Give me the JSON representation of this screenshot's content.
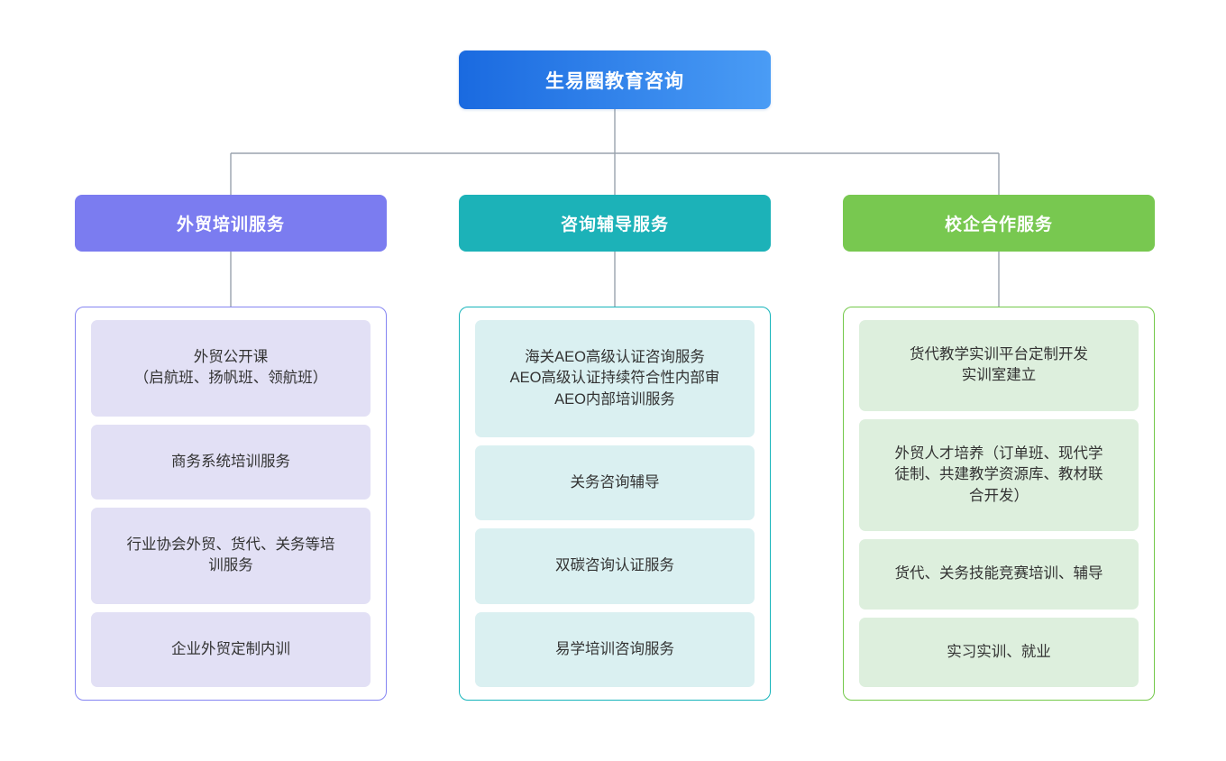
{
  "root": {
    "label": "生易圈教育咨询",
    "gradient_from": "#1a6ae0",
    "gradient_to": "#4a9cf5",
    "text_color": "#ffffff"
  },
  "connector_color": "#9aa3ad",
  "columns": [
    {
      "id": "waimao-peixun",
      "header": "外贸培训服务",
      "header_color": "#7b7cf0",
      "border_color": "#8585f2",
      "item_fill": "#e2e0f5",
      "items": [
        {
          "lines": [
            "外贸公开课",
            "（启航班、扬帆班、领航班）"
          ]
        },
        {
          "lines": [
            "商务系统培训服务"
          ]
        },
        {
          "lines": [
            "行业协会外贸、货代、关务等培",
            "训服务"
          ]
        },
        {
          "lines": [
            "企业外贸定制内训"
          ]
        }
      ]
    },
    {
      "id": "zixun-fudao",
      "header": "咨询辅导服务",
      "header_color": "#1cb2b8",
      "border_color": "#16b4bb",
      "item_fill": "#daf0f1",
      "items": [
        {
          "lines": [
            "海关AEO高级认证咨询服务",
            "AEO高级认证持续符合性内部审",
            "AEO内部培训服务"
          ]
        },
        {
          "lines": [
            "关务咨询辅导"
          ]
        },
        {
          "lines": [
            "双碳咨询认证服务"
          ]
        },
        {
          "lines": [
            "易学培训咨询服务"
          ]
        }
      ]
    },
    {
      "id": "xiaoqi-hezuo",
      "header": "校企合作服务",
      "header_color": "#78c850",
      "border_color": "#74c94a",
      "item_fill": "#ddefdd",
      "items": [
        {
          "lines": [
            "货代教学实训平台定制开发",
            "实训室建立"
          ]
        },
        {
          "lines": [
            "外贸人才培养（订单班、现代学",
            "徒制、共建教学资源库、教材联",
            "合开发）"
          ]
        },
        {
          "lines": [
            "货代、关务技能竞赛培训、辅导"
          ]
        },
        {
          "lines": [
            "实习实训、就业"
          ]
        }
      ]
    }
  ]
}
